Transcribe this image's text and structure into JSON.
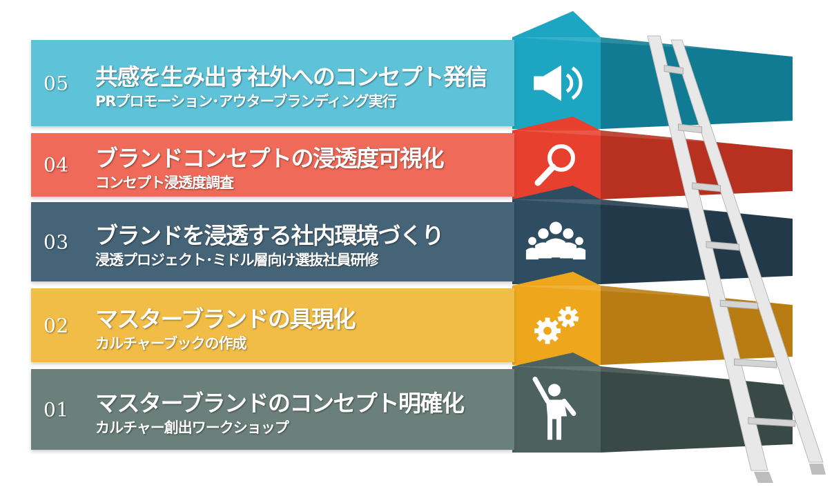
{
  "steps": [
    {
      "number": "05",
      "title": "共感を生み出す社外へのコンセプト発信",
      "subtitle": "PRプロモーション･アウターブランディング実行",
      "icon": "megaphone-icon",
      "color": "#5ec3d8",
      "side_color": "#1ca6c2",
      "dark_color": "#107b92"
    },
    {
      "number": "04",
      "title": "ブランドコンセプトの浸透度可視化",
      "subtitle": "コンセプト浸透度調査",
      "icon": "magnifier-icon",
      "color": "#ef6a58",
      "side_color": "#e8402e",
      "dark_color": "#b8301f"
    },
    {
      "number": "03",
      "title": "ブランドを浸透する社内環境づくり",
      "subtitle": "浸透プロジェクト･ミドル層向け選抜社員研修",
      "icon": "team-icon",
      "color": "#456478",
      "side_color": "#2f4d61",
      "dark_color": "#223949"
    },
    {
      "number": "02",
      "title": "マスターブランドの具現化",
      "subtitle": "カルチャーブックの作成",
      "icon": "gears-icon",
      "color": "#f1bd46",
      "side_color": "#eea71d",
      "dark_color": "#b97c12"
    },
    {
      "number": "01",
      "title": "マスターブランドのコンセプト明確化",
      "subtitle": "カルチャー創出ワークショップ",
      "icon": "person-waving-icon",
      "color": "#6b807a",
      "side_color": "#4d625e",
      "dark_color": "#394a46"
    }
  ],
  "ladder": {
    "icon": "ladder-icon",
    "color": "#e8e8e8"
  }
}
